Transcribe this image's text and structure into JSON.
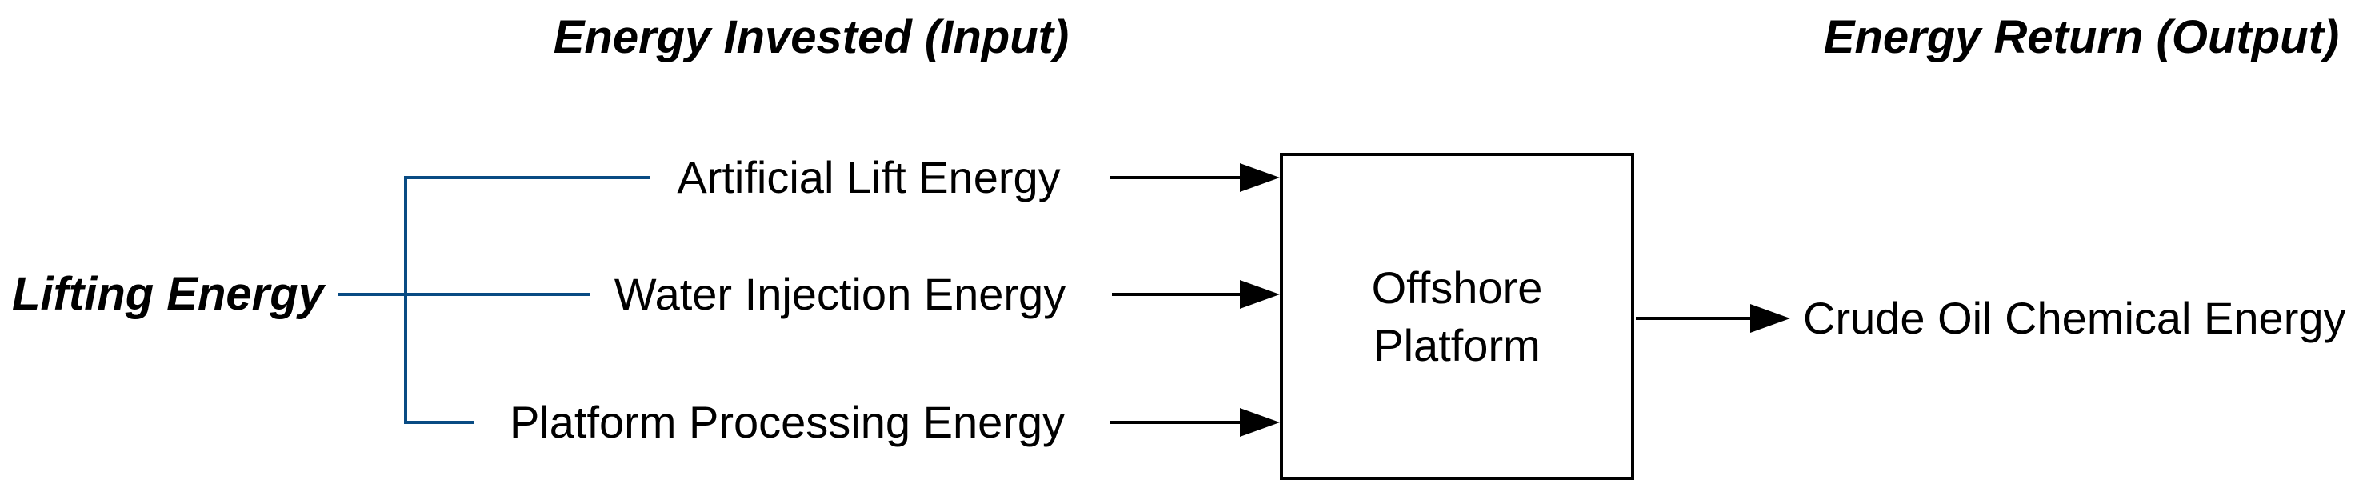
{
  "headers": {
    "input": "Energy Invested (Input)",
    "output": "Energy Return (Output)"
  },
  "source": {
    "label": "Lifting Energy"
  },
  "inputs": [
    {
      "label": "Artificial Lift Energy"
    },
    {
      "label": "Water Injection Energy"
    },
    {
      "label": "Platform Processing Energy"
    }
  ],
  "process": {
    "label": "Offshore Platform"
  },
  "output": {
    "label": "Crude Oil Chemical Energy"
  },
  "colors": {
    "bracket_blue": "#094b83",
    "arrow_black": "#000000",
    "background": "#ffffff"
  }
}
